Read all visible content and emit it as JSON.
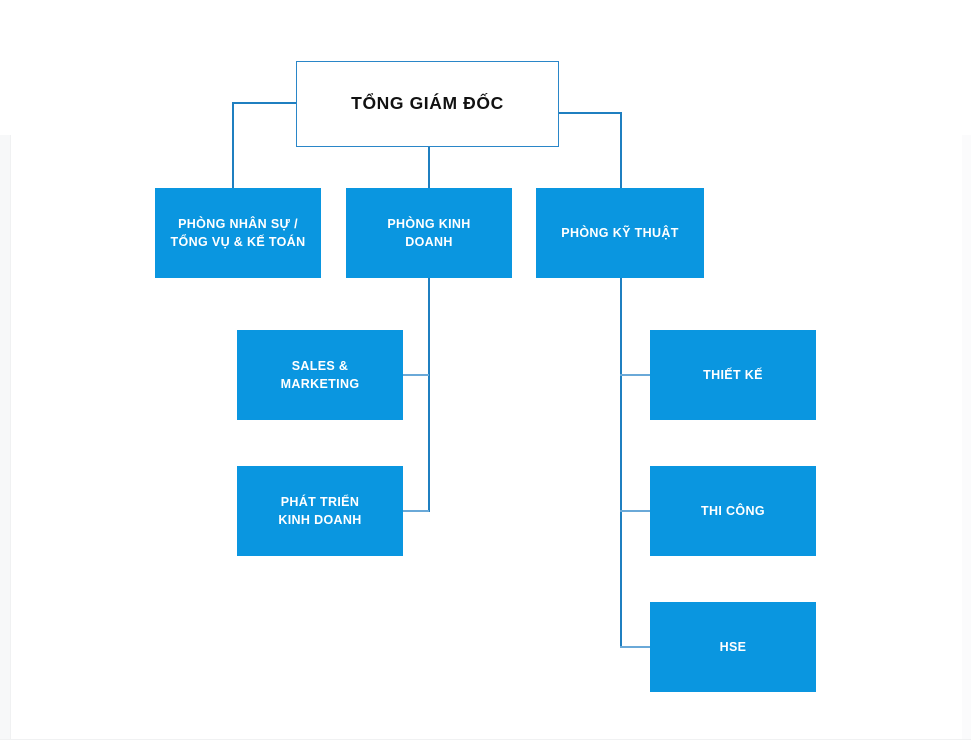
{
  "diagram": {
    "type": "org-chart",
    "title": "",
    "colors": {
      "node_blue": "#0a96e0",
      "node_text_light": "#ffffff",
      "root_background": "#ffffff",
      "root_border": "#2a86c8",
      "root_text": "#111111",
      "connector": "#6aa9d8",
      "connector_dark": "#1f7fc0",
      "page_background": "#ffffff"
    },
    "levels": [
      {
        "level": 1,
        "nodes": [
          {
            "id": "root",
            "label": "TỔNG GIÁM ĐỐC",
            "style": "white"
          }
        ]
      },
      {
        "level": 2,
        "nodes": [
          {
            "id": "hr",
            "label": "PHÒNG NHÂN SỰ /\nTỔNG VỤ & KẾ TOÁN",
            "style": "blue",
            "parent": "root"
          },
          {
            "id": "sales-dept",
            "label": "PHÒNG KINH\nDOANH",
            "style": "blue",
            "parent": "root"
          },
          {
            "id": "tech-dept",
            "label": "PHÒNG KỸ THUẬT",
            "style": "blue",
            "parent": "root"
          }
        ]
      },
      {
        "level": 3,
        "nodes": [
          {
            "id": "sales-marketing",
            "label": "SALES &\nMARKETING",
            "style": "blue",
            "parent": "sales-dept"
          },
          {
            "id": "biz-dev",
            "label": "PHÁT TRIỂN\nKINH DOANH",
            "style": "blue",
            "parent": "sales-dept"
          },
          {
            "id": "design",
            "label": "THIẾT KẾ",
            "style": "blue",
            "parent": "tech-dept"
          },
          {
            "id": "construction",
            "label": "THI CÔNG",
            "style": "blue",
            "parent": "tech-dept"
          },
          {
            "id": "hse",
            "label": "HSE",
            "style": "blue",
            "parent": "tech-dept"
          }
        ]
      }
    ]
  }
}
